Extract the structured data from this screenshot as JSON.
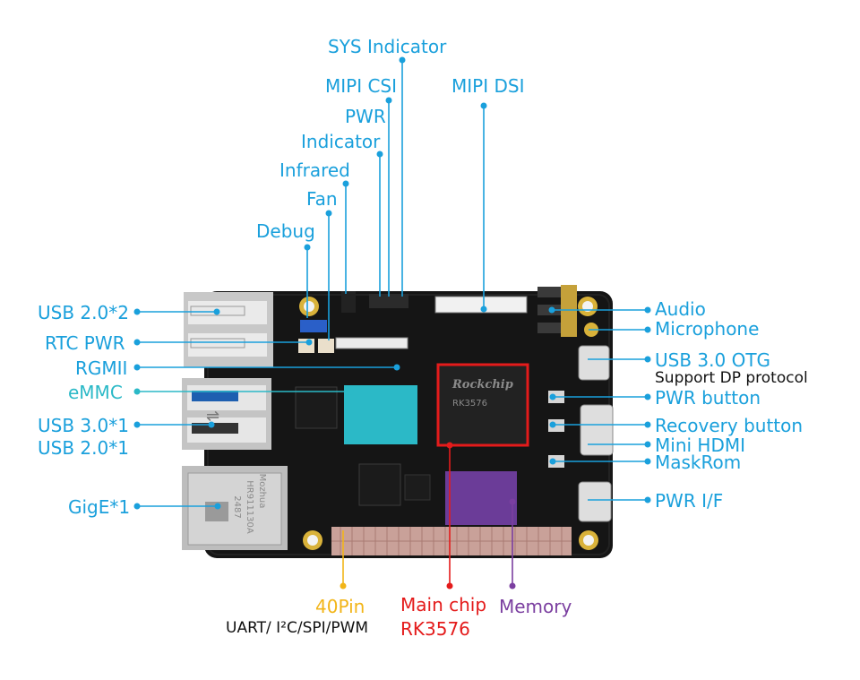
{
  "colors": {
    "callout": "#1aa0dc",
    "emmc": "#2bb9c7",
    "pins": "#f2b518",
    "chip": "#e41b1b",
    "memory": "#7b3fa0",
    "note": "#111111",
    "board": "#151515"
  },
  "labels": {
    "sys_indicator": "SYS Indicator",
    "mipi_csi": "MIPI CSI",
    "mipi_dsi": "MIPI DSI",
    "pwr": "PWR",
    "indicator": "Indicator",
    "infrared": "Infrared",
    "fan": "Fan",
    "debug": "Debug",
    "usb20x2": "USB 2.0*2",
    "rtc_pwr": "RTC PWR",
    "rgmii": "RGMII",
    "emmc": "eMMC",
    "usb30x1": "USB 3.0*1",
    "usb20x1": "USB 2.0*1",
    "gige": "GigE*1",
    "audio": "Audio",
    "microphone": "Microphone",
    "usb30_otg": "USB 3.0 OTG",
    "dp_protocol": "Support DP protocol",
    "pwr_button": "PWR button",
    "recovery_button": "Recovery button",
    "mini_hdmi": "Mini HDMI",
    "maskrom": "MaskRom",
    "pwr_if": "PWR I/F",
    "pin40": "40Pin",
    "pin40_desc": "UART/ I²C/SPI/PWM",
    "main_chip": "Main chip",
    "main_chip_model": "RK3576",
    "memory": "Memory"
  },
  "board_marks": {
    "soc_brand": "Rockchip",
    "soc_model": "RK3576",
    "rj45_brand": "Mozhua",
    "rj45_model": "HR911130A",
    "rj45_code": "2487"
  }
}
